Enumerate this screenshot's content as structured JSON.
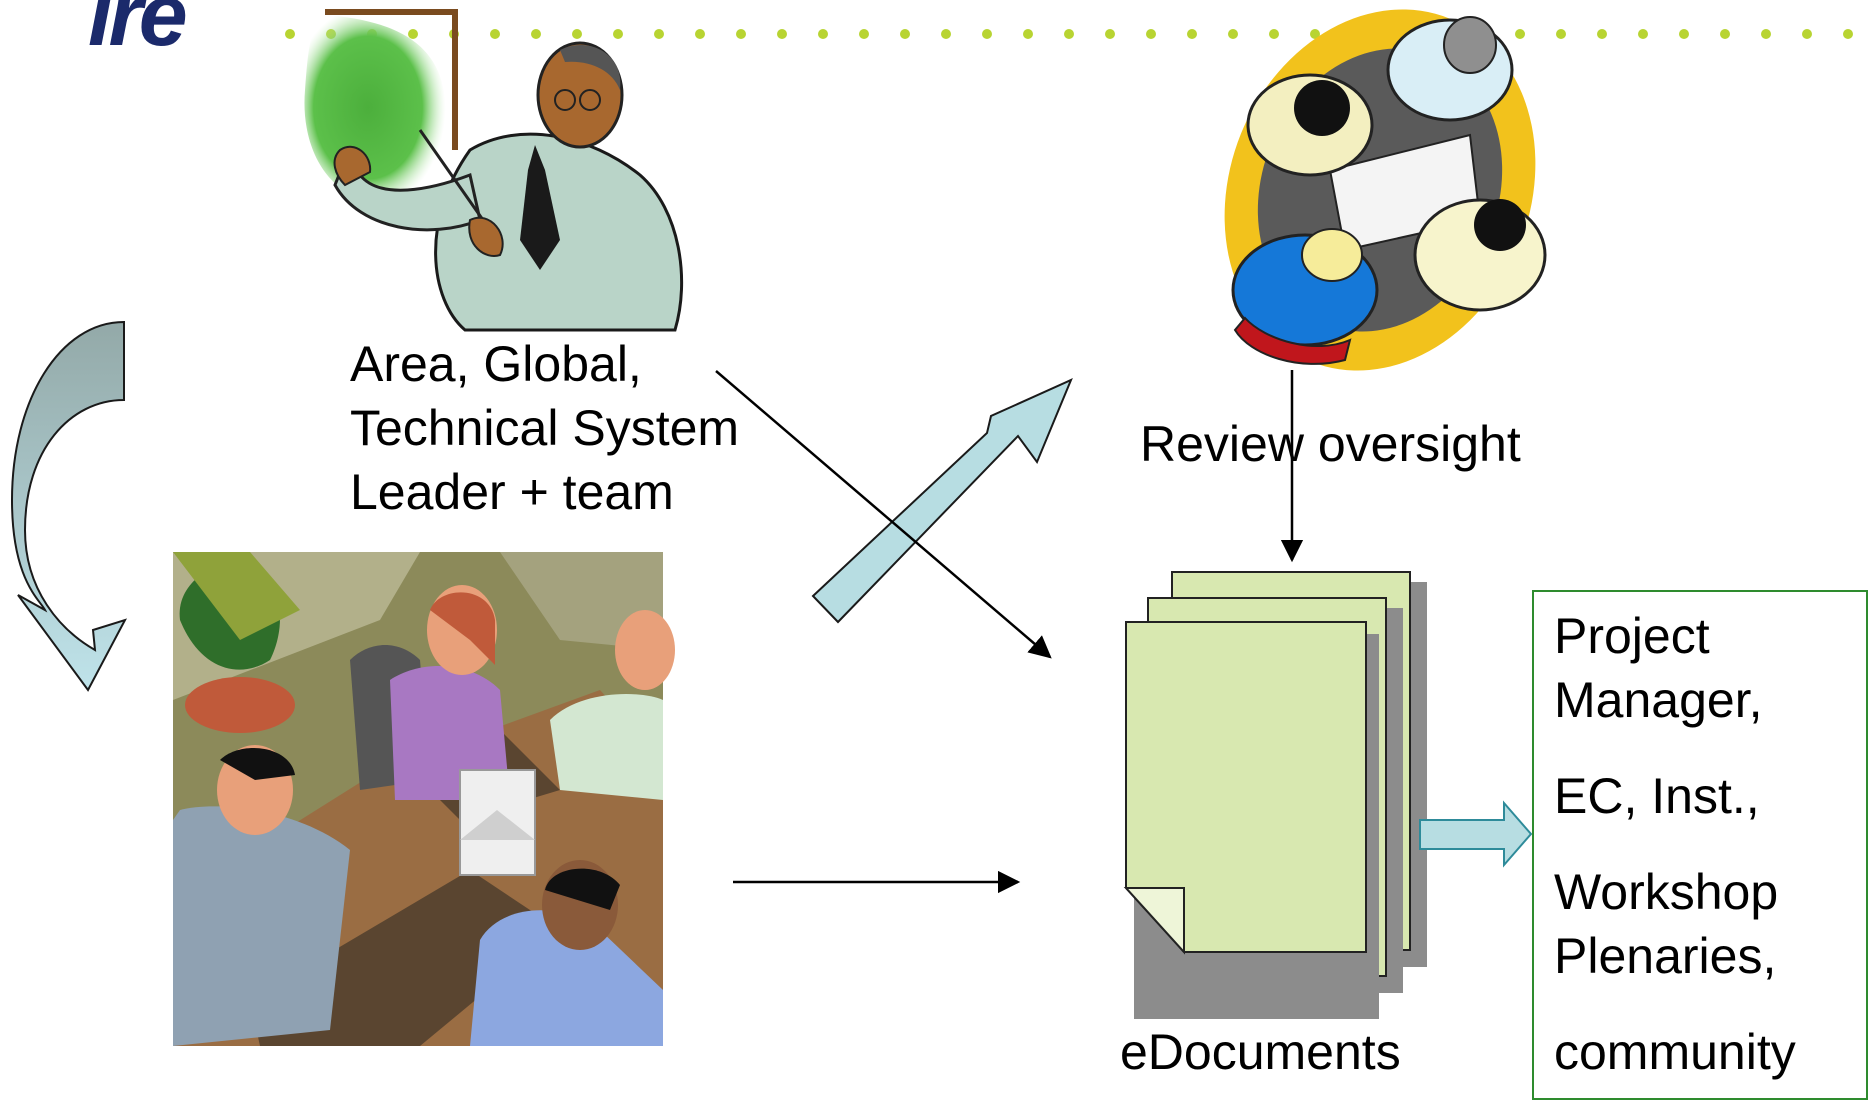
{
  "logo_text": "ire",
  "labels": {
    "team": [
      "Area, Global,",
      "Technical System",
      "Leader + team"
    ],
    "review": "Review oversight",
    "edocs": "eDocuments"
  },
  "recipients": [
    "Project",
    "Manager,",
    "EC, Inst.,",
    "Workshop",
    "Plenaries,",
    "community"
  ],
  "icons": {
    "presenter": "presenter-clipart-icon",
    "meeting_top": "meeting-top-view-clipart-icon",
    "office_meeting": "office-meeting-clipart-icon",
    "documents": "document-stack-icon"
  },
  "colors": {
    "dots": "#b8d432",
    "arrow_fill": "#b7dde2",
    "doc_fill": "#d8e8b0",
    "box_border": "#2e8b2e",
    "logo": "#1b2a6b"
  }
}
